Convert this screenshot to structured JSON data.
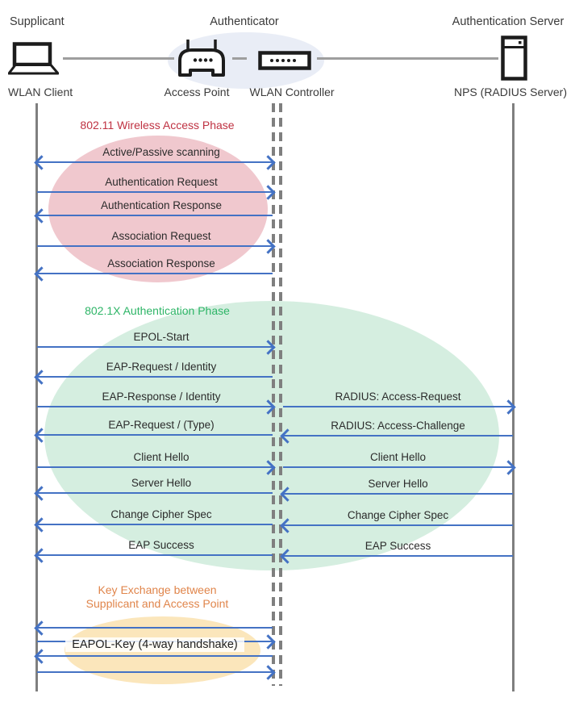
{
  "actors": {
    "supplicant": {
      "role": "Supplicant",
      "device": "WLAN Client",
      "icon": "laptop-icon"
    },
    "authenticator": {
      "role": "Authenticator",
      "ap": "Access Point",
      "controller": "WLAN Controller",
      "icons": [
        "access-point-icon",
        "wlan-controller-icon"
      ]
    },
    "auth_server": {
      "role": "Authentication Server",
      "device": "NPS (RADIUS Server)",
      "icon": "server-icon"
    }
  },
  "phases": [
    {
      "title": "802.11 Wireless Access Phase",
      "title_color": "#BF3242",
      "fill": "#F0C8CE"
    },
    {
      "title": "802.1X Authentication Phase",
      "title_color": "#2EB567",
      "fill": "#D5EEE0"
    },
    {
      "title": "Key Exchange between\nSupplicant and Access Point",
      "title_color": "#E0854B",
      "fill": "#FBE6BB"
    }
  ],
  "messages": [
    {
      "label": "Active/Passive scanning",
      "segment": "client-ap",
      "direction": "both"
    },
    {
      "label": "Authentication Request",
      "segment": "client-ap",
      "direction": "right"
    },
    {
      "label": "Authentication Response",
      "segment": "client-ap",
      "direction": "left"
    },
    {
      "label": "Association Request",
      "segment": "client-ap",
      "direction": "right"
    },
    {
      "label": "Association Response",
      "segment": "client-ap",
      "direction": "left"
    },
    {
      "label": "EPOL-Start",
      "segment": "client-ap",
      "direction": "right"
    },
    {
      "label": "EAP-Request / Identity",
      "segment": "client-ap",
      "direction": "left"
    },
    {
      "label": "EAP-Response / Identity",
      "segment": "client-ap",
      "direction": "right"
    },
    {
      "label": "RADIUS: Access-Request",
      "segment": "ap-server",
      "direction": "right"
    },
    {
      "label": "EAP-Request / (Type)",
      "segment": "client-ap",
      "direction": "left"
    },
    {
      "label": "RADIUS: Access-Challenge",
      "segment": "ap-server",
      "direction": "left"
    },
    {
      "label": "Client Hello",
      "segment": "client-ap",
      "direction": "right"
    },
    {
      "label": "Client Hello",
      "segment": "ap-server",
      "direction": "right"
    },
    {
      "label": "Server Hello",
      "segment": "client-ap",
      "direction": "left"
    },
    {
      "label": "Server Hello",
      "segment": "ap-server",
      "direction": "left"
    },
    {
      "label": "Change Cipher Spec",
      "segment": "client-ap",
      "direction": "left"
    },
    {
      "label": "Change Cipher Spec",
      "segment": "ap-server",
      "direction": "left"
    },
    {
      "label": "EAP Success",
      "segment": "client-ap",
      "direction": "left"
    },
    {
      "label": "EAP Success",
      "segment": "ap-server",
      "direction": "left"
    },
    {
      "label": "",
      "segment": "client-ap",
      "direction": "left"
    },
    {
      "label": "",
      "segment": "client-ap",
      "direction": "right"
    },
    {
      "label": "EAPOL-Key (4-way handshake)",
      "segment": "client-ap",
      "direction": "label-only"
    },
    {
      "label": "",
      "segment": "client-ap",
      "direction": "left"
    },
    {
      "label": "",
      "segment": "client-ap",
      "direction": "right"
    }
  ],
  "colors": {
    "arrow": "#4472C4",
    "lifeline": "#7F7F7F",
    "connector": "#9E9E9E",
    "authenticator_halo": "#E9EDF6"
  }
}
